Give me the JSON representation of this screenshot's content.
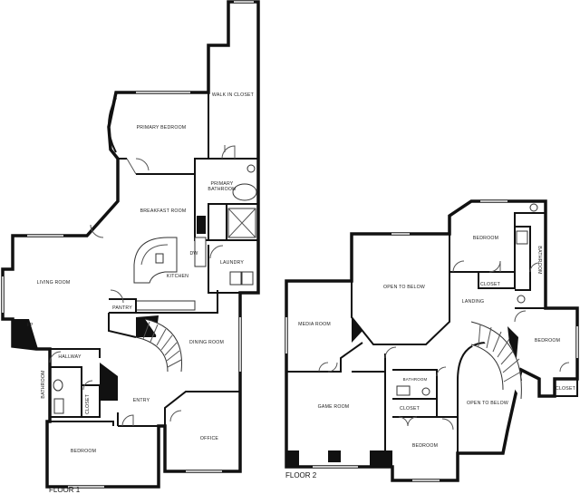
{
  "floors": {
    "floor1_label": "FLOOR 1",
    "floor2_label": "FLOOR 2"
  },
  "floor1": {
    "walk_in_closet": "WALK IN CLOSET",
    "primary_bedroom": "PRIMARY BEDROOM",
    "primary_bathroom_1": "PRIMARY",
    "primary_bathroom_2": "BATHROOM",
    "breakfast_room": "BREAKFAST ROOM",
    "dw": "DW",
    "kitchen": "KITCHEN",
    "laundry": "LAUNDRY",
    "living_room": "LIVING ROOM",
    "pantry": "PANTRY",
    "fp": "FP",
    "hallway": "HALLWAY",
    "dining_room": "DINING ROOM",
    "bathroom": "BATHROOM",
    "closet": "CLOSET",
    "entry": "ENTRY",
    "office": "OFFICE",
    "bedroom": "BEDROOM"
  },
  "floor2": {
    "bedroom_top": "BEDROOM",
    "open_to_below_top": "OPEN TO BELOW",
    "closet_top": "CLOSET",
    "bathroom_right": "BATHROOM",
    "landing": "LANDING",
    "media_room": "MEDIA ROOM",
    "bedroom_right": "BEDROOM",
    "closet_right": "CLOSET",
    "bathroom_small": "BATHROOM",
    "open_to_below_bottom": "OPEN TO BELOW",
    "game_room": "GAME ROOM",
    "closet_mid": "CLOSET",
    "bedroom_bottom": "BEDROOM"
  }
}
